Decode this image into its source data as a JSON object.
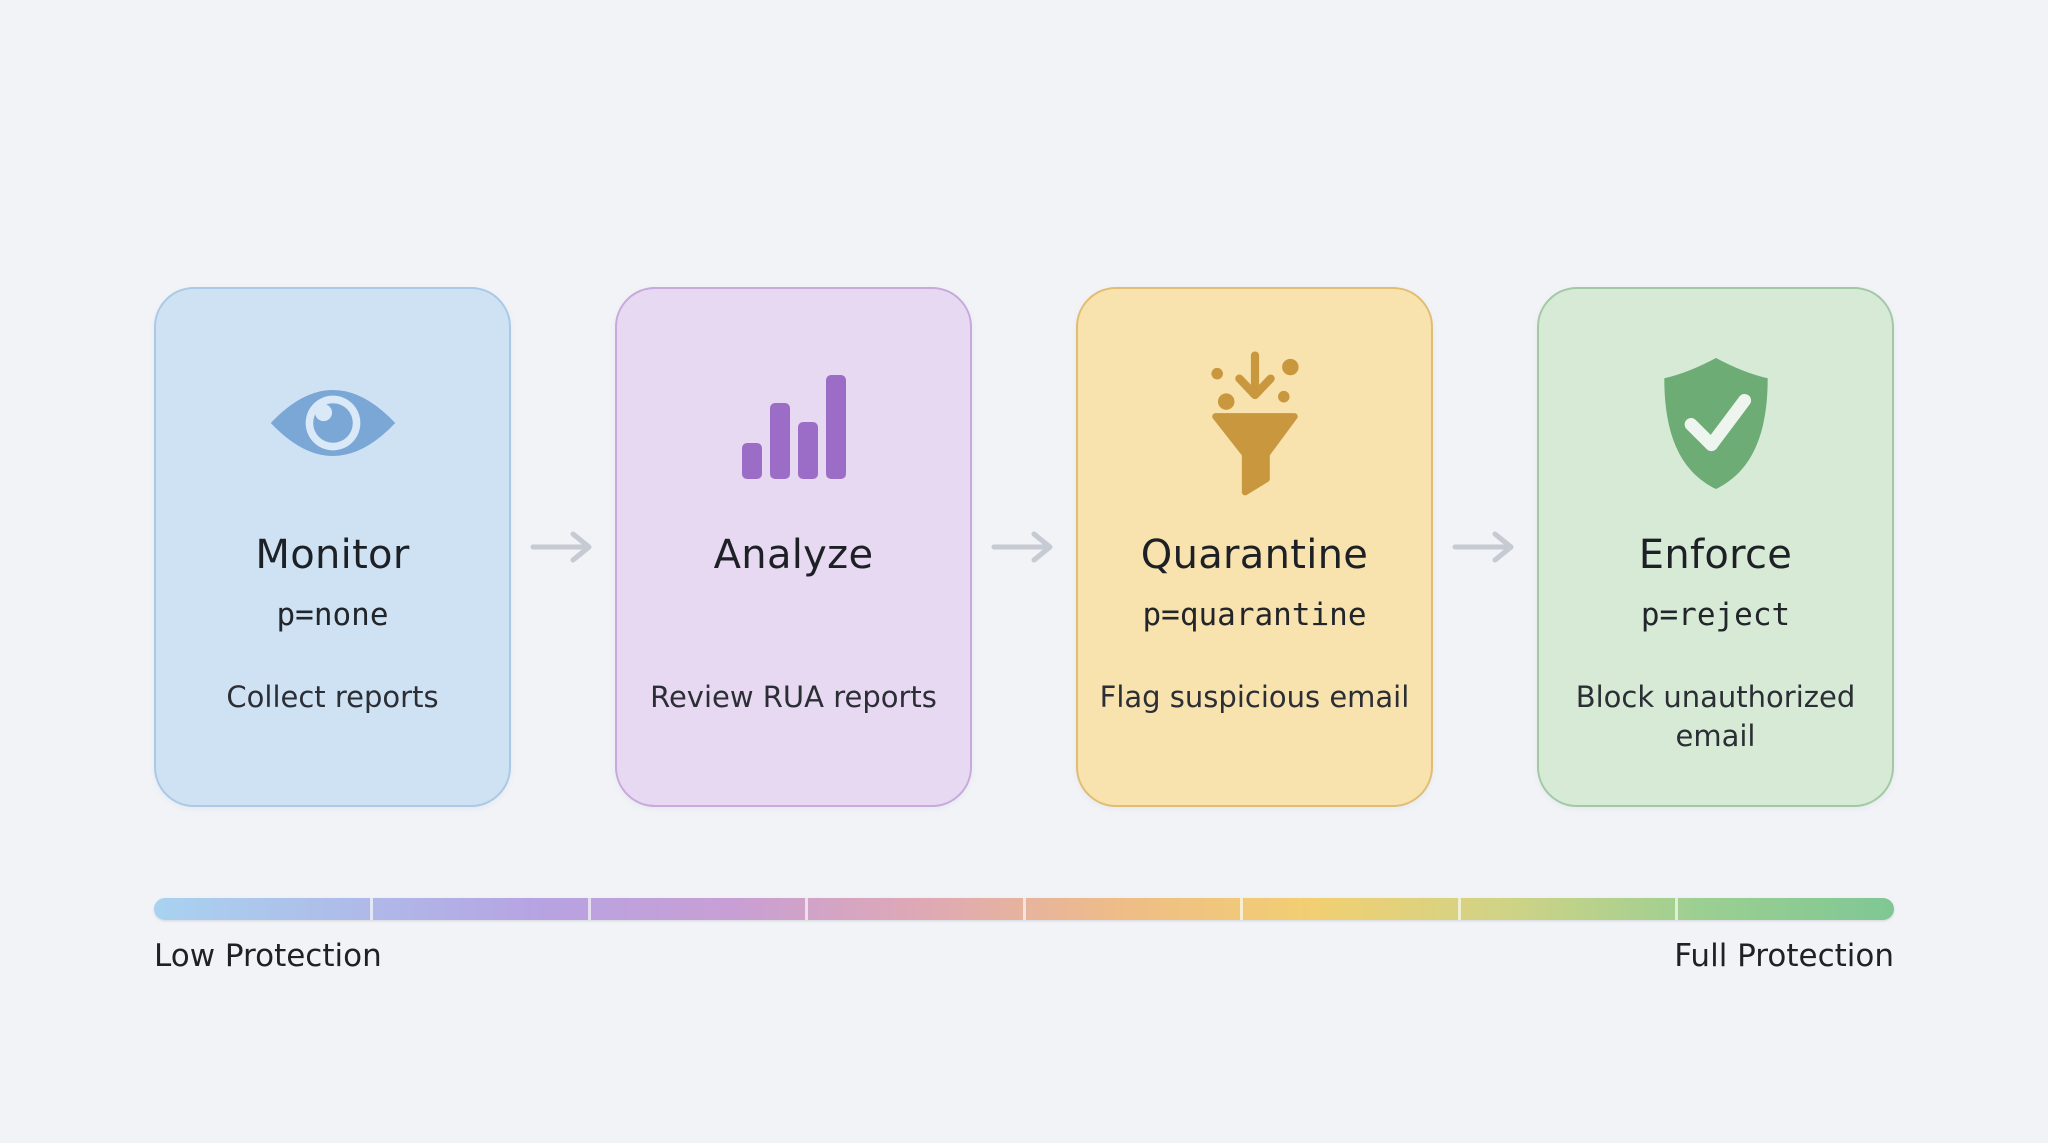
{
  "background": "#f1f3f7",
  "arrow_color": "#c6cad2",
  "stages": [
    {
      "title": "Monitor",
      "policy": "p=none",
      "description": "Collect reports",
      "icon": "eye-icon",
      "card_bg": "#cfe2f4",
      "card_border": "#a9c9e6",
      "icon_color": "#7aa7d6",
      "icon_light": "#d9e9f7"
    },
    {
      "title": "Analyze",
      "policy": "",
      "description": "Review RUA reports",
      "icon": "bar-chart-icon",
      "card_bg": "#e8d9f2",
      "card_border": "#c7a9db",
      "icon_color": "#9c6dc6",
      "icon_light": "#e8d9f2"
    },
    {
      "title": "Quarantine",
      "policy": "p=quarantine",
      "description": "Flag suspicious email",
      "icon": "funnel-icon",
      "card_bg": "#f8e2ae",
      "card_border": "#e1bd72",
      "icon_color": "#c9973d",
      "icon_light": "#f8e2ae"
    },
    {
      "title": "Enforce",
      "policy": "p=reject",
      "description": "Block unauthorized email",
      "icon": "shield-check-icon",
      "card_bg": "#d6ead6",
      "card_border": "#a2c9a4",
      "icon_color": "#6dac75",
      "icon_light": "#eef5ef"
    }
  ],
  "protection_scale": {
    "left_label": "Low Protection",
    "right_label": "Full Protection",
    "segments": 8,
    "gradient": [
      "#a9d2f0",
      "#aebce9",
      "#b7a3e2",
      "#c89fd4",
      "#dfa9b4",
      "#eebd87",
      "#f2cf72",
      "#cfd386",
      "#9ccf92",
      "#7fc794"
    ]
  }
}
